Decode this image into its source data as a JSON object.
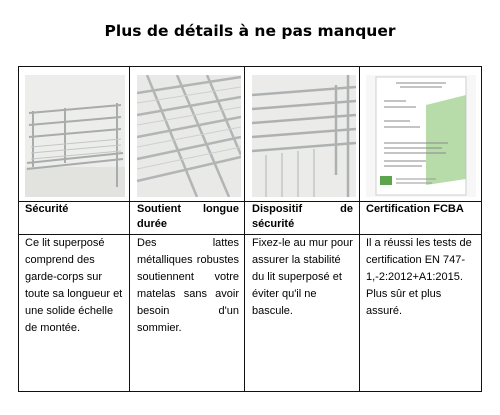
{
  "page_title": "Plus de détails à ne pas manquer",
  "columns": [
    {
      "header": "Sécurité",
      "description": "Ce lit superposé comprend des garde-corps sur toute sa longueur et une solide échelle de montée."
    },
    {
      "header_word1": "Soutient",
      "header_word2": "longue",
      "header_line2": "durée",
      "description": "Des lattes métalliques robustes soutiennent votre matelas sans avoir besoin d'un sommier."
    },
    {
      "header_word1": "Dispositif",
      "header_word2": "de",
      "header_line2": "sécurité",
      "description": "Fixez-le au mur pour assurer la stabilité du lit superposé et éviter qu'il ne bascule."
    },
    {
      "header": "Certification FCBA",
      "description": "Il a réussi les tests de certification EN 747-1,-2:2012+A1:2015. Plus sûr et plus assuré."
    }
  ],
  "colors": {
    "text": "#000000",
    "border": "#111111",
    "metal": "#b9bcbc",
    "certificate_green": "#7cbf6a"
  }
}
